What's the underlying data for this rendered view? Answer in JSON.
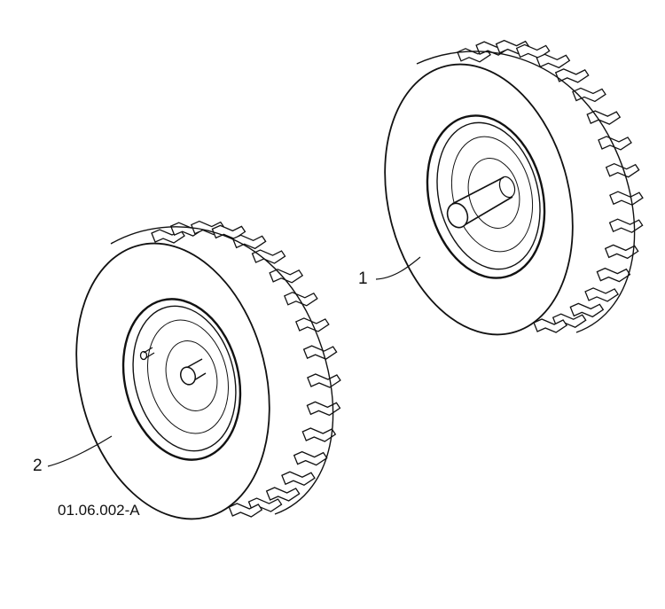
{
  "diagram": {
    "drawing_code": "01.06.002-A",
    "callouts": [
      {
        "label": "1",
        "part": "wheel-with-axle"
      },
      {
        "label": "2",
        "part": "wheel-with-hub"
      }
    ]
  },
  "colors": {
    "line": "#111111",
    "background": "#ffffff"
  }
}
